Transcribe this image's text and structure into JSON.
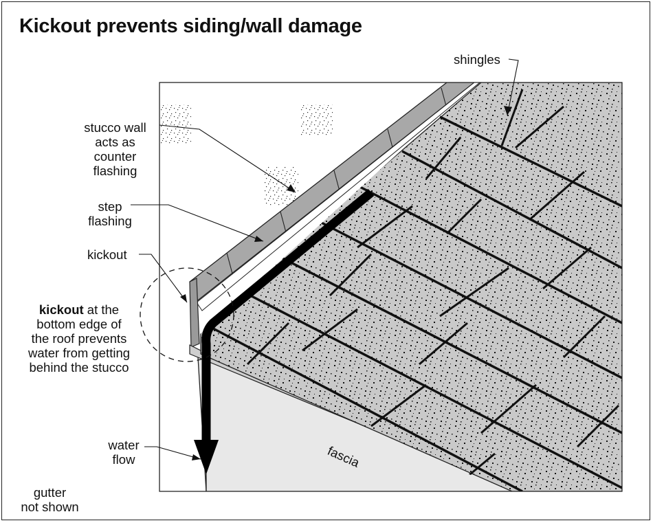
{
  "title": "Kickout prevents siding/wall damage",
  "labels": {
    "shingles": "shingles",
    "stucco_wall": [
      "stucco wall",
      "acts as",
      "counter",
      "flashing"
    ],
    "step_flashing": [
      "step",
      "flashing"
    ],
    "kickout": "kickout",
    "kickout_note_bold": "kickout",
    "kickout_note_rest": " at the",
    "kickout_note_lines": [
      "bottom edge of",
      "the roof prevents",
      "water from getting",
      "behind the stucco"
    ],
    "water_flow": [
      "water",
      "flow"
    ],
    "fascia": "fascia",
    "gutter": [
      "gutter",
      "not shown"
    ]
  },
  "colors": {
    "shingle_fill": "#c8c8c8",
    "flashing_fill": "#a9a9a9",
    "fascia_fill": "#e8e8e8",
    "arrow": "#000000"
  }
}
